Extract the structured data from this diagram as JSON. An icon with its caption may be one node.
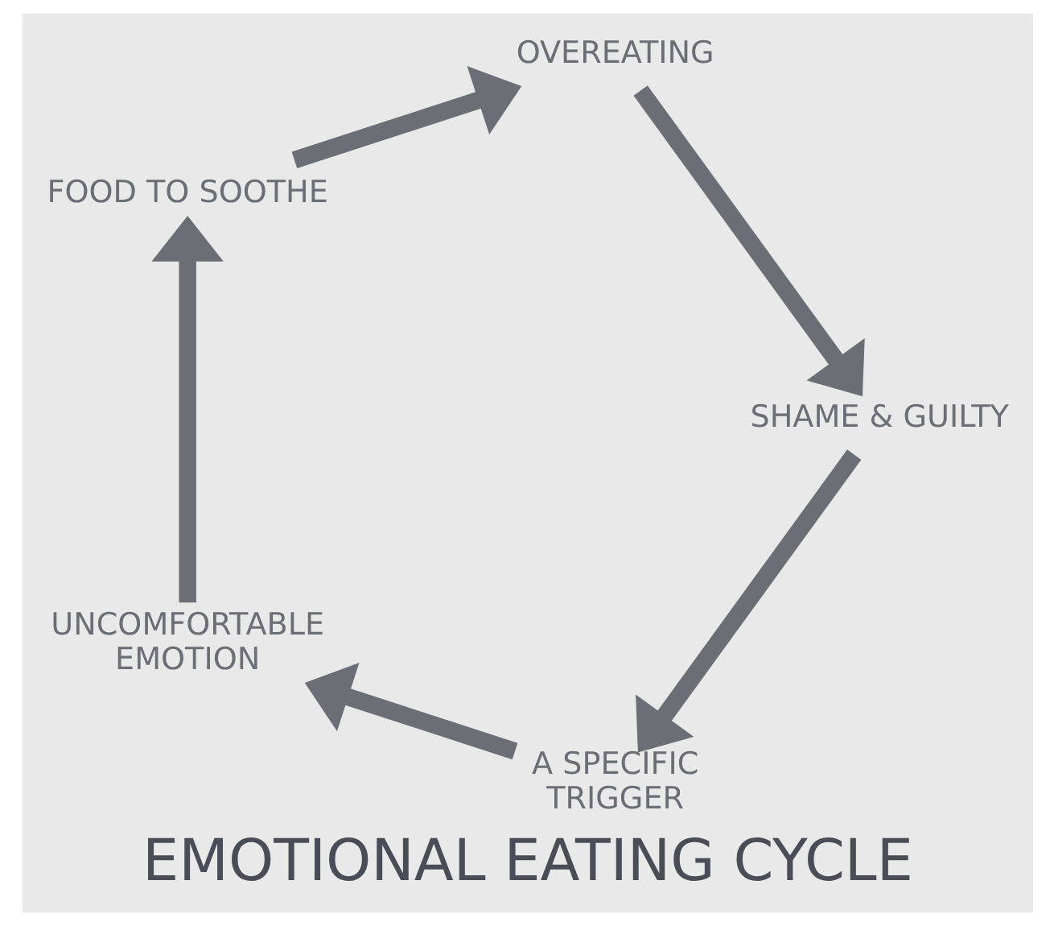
{
  "diagram": {
    "title": "EMOTIONAL EATING CYCLE",
    "nodes": [
      {
        "text": [
          "A SPECIFIC TRIGGER"
        ]
      },
      {
        "text": [
          "UNCOMFORTABLE EMOTION"
        ]
      },
      {
        "text": [
          "FOOD TO SOOTHE"
        ]
      },
      {
        "text": [
          "OVEREATING"
        ]
      },
      {
        "text": [
          "SHAME & GUILTY"
        ]
      }
    ],
    "edges": [
      {
        "from": 0,
        "to": 1,
        "arrow": "to"
      },
      {
        "from": 1,
        "to": 2,
        "arrow": "to"
      },
      {
        "from": 2,
        "to": 3,
        "arrow": "to"
      },
      {
        "from": 3,
        "to": 4,
        "arrow": "to"
      },
      {
        "from": 4,
        "to": 0,
        "arrow": "to"
      }
    ]
  }
}
